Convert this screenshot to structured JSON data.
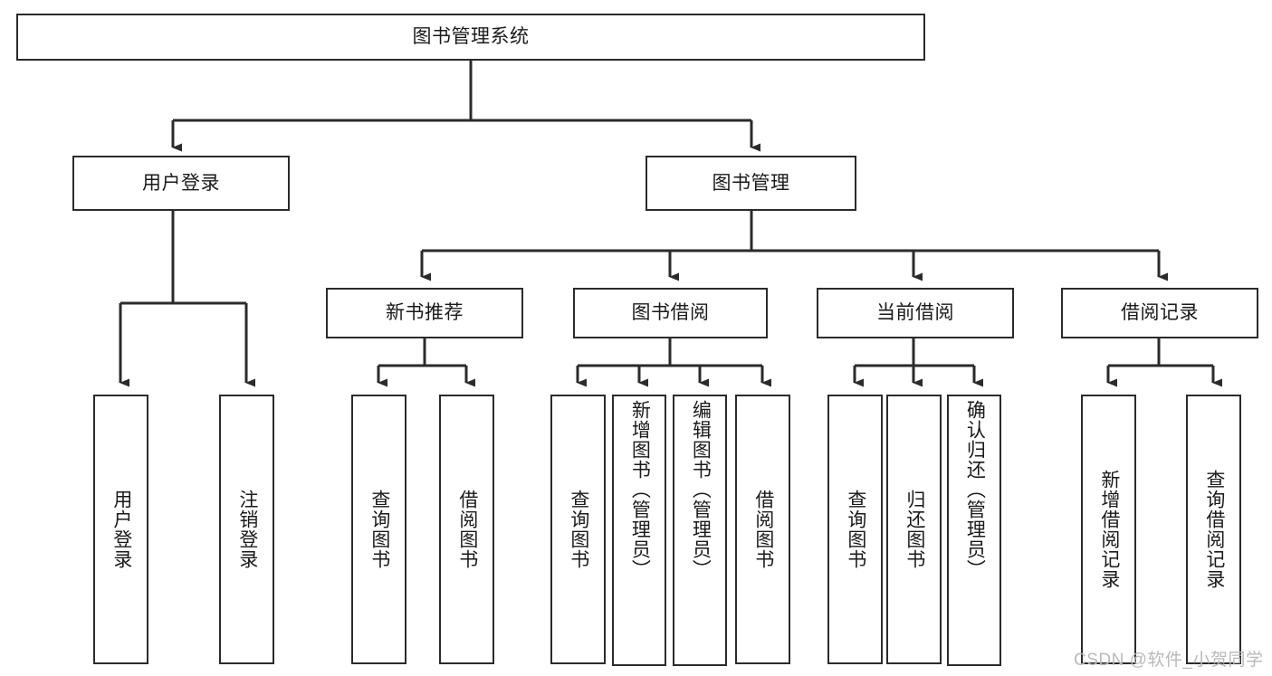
{
  "diagram": {
    "title": "图书管理系统",
    "type": "tree",
    "orientation": "top-down",
    "stroke_color": "#2b2b2b",
    "text_color": "#1a1a1a",
    "background_color": "#ffffff",
    "nodes": {
      "root": {
        "label": "图书管理系统",
        "level": 0
      },
      "user_login": {
        "label": "用户登录",
        "level": 1
      },
      "book_manage": {
        "label": "图书管理",
        "level": 1
      },
      "new_book_rec": {
        "label": "新书推荐",
        "level": 2
      },
      "book_borrow": {
        "label": "图书借阅",
        "level": 2
      },
      "current_borrow": {
        "label": "当前借阅",
        "level": 2
      },
      "borrow_record": {
        "label": "借阅记录",
        "level": 2
      },
      "leaf_user_login": {
        "label": "用户登录",
        "level": 2
      },
      "leaf_logout": {
        "label": "注销登录",
        "level": 2
      },
      "leaf_query_book_1": {
        "label": "查询图书",
        "level": 3
      },
      "leaf_borrow_book_1": {
        "label": "借阅图书",
        "level": 3
      },
      "leaf_query_book_2": {
        "label": "查询图书",
        "level": 3
      },
      "leaf_add_book": {
        "label": "新增图书（管理员）",
        "level": 3
      },
      "leaf_edit_book": {
        "label": "编辑图书（管理员）",
        "level": 3
      },
      "leaf_borrow_book_2": {
        "label": "借阅图书",
        "level": 3
      },
      "leaf_query_book_3": {
        "label": "查询图书",
        "level": 3
      },
      "leaf_return_book": {
        "label": "归还图书",
        "level": 3
      },
      "leaf_confirm_return": {
        "label": "确认归还（管理员）",
        "level": 3
      },
      "leaf_add_record": {
        "label": "新增借阅记录",
        "level": 3
      },
      "leaf_query_record": {
        "label": "查询借阅记录",
        "level": 3
      }
    },
    "edges": [
      {
        "from": "root",
        "to": "user_login"
      },
      {
        "from": "root",
        "to": "book_manage"
      },
      {
        "from": "user_login",
        "to": "leaf_user_login"
      },
      {
        "from": "user_login",
        "to": "leaf_logout"
      },
      {
        "from": "book_manage",
        "to": "new_book_rec"
      },
      {
        "from": "book_manage",
        "to": "book_borrow"
      },
      {
        "from": "book_manage",
        "to": "current_borrow"
      },
      {
        "from": "book_manage",
        "to": "borrow_record"
      },
      {
        "from": "new_book_rec",
        "to": "leaf_query_book_1"
      },
      {
        "from": "new_book_rec",
        "to": "leaf_borrow_book_1"
      },
      {
        "from": "book_borrow",
        "to": "leaf_query_book_2"
      },
      {
        "from": "book_borrow",
        "to": "leaf_add_book"
      },
      {
        "from": "book_borrow",
        "to": "leaf_edit_book"
      },
      {
        "from": "book_borrow",
        "to": "leaf_borrow_book_2"
      },
      {
        "from": "current_borrow",
        "to": "leaf_query_book_3"
      },
      {
        "from": "current_borrow",
        "to": "leaf_return_book"
      },
      {
        "from": "current_borrow",
        "to": "leaf_confirm_return"
      },
      {
        "from": "borrow_record",
        "to": "leaf_add_record"
      },
      {
        "from": "borrow_record",
        "to": "leaf_query_record"
      }
    ]
  },
  "watermark": {
    "text": "CSDN @软件_小贺同学"
  }
}
